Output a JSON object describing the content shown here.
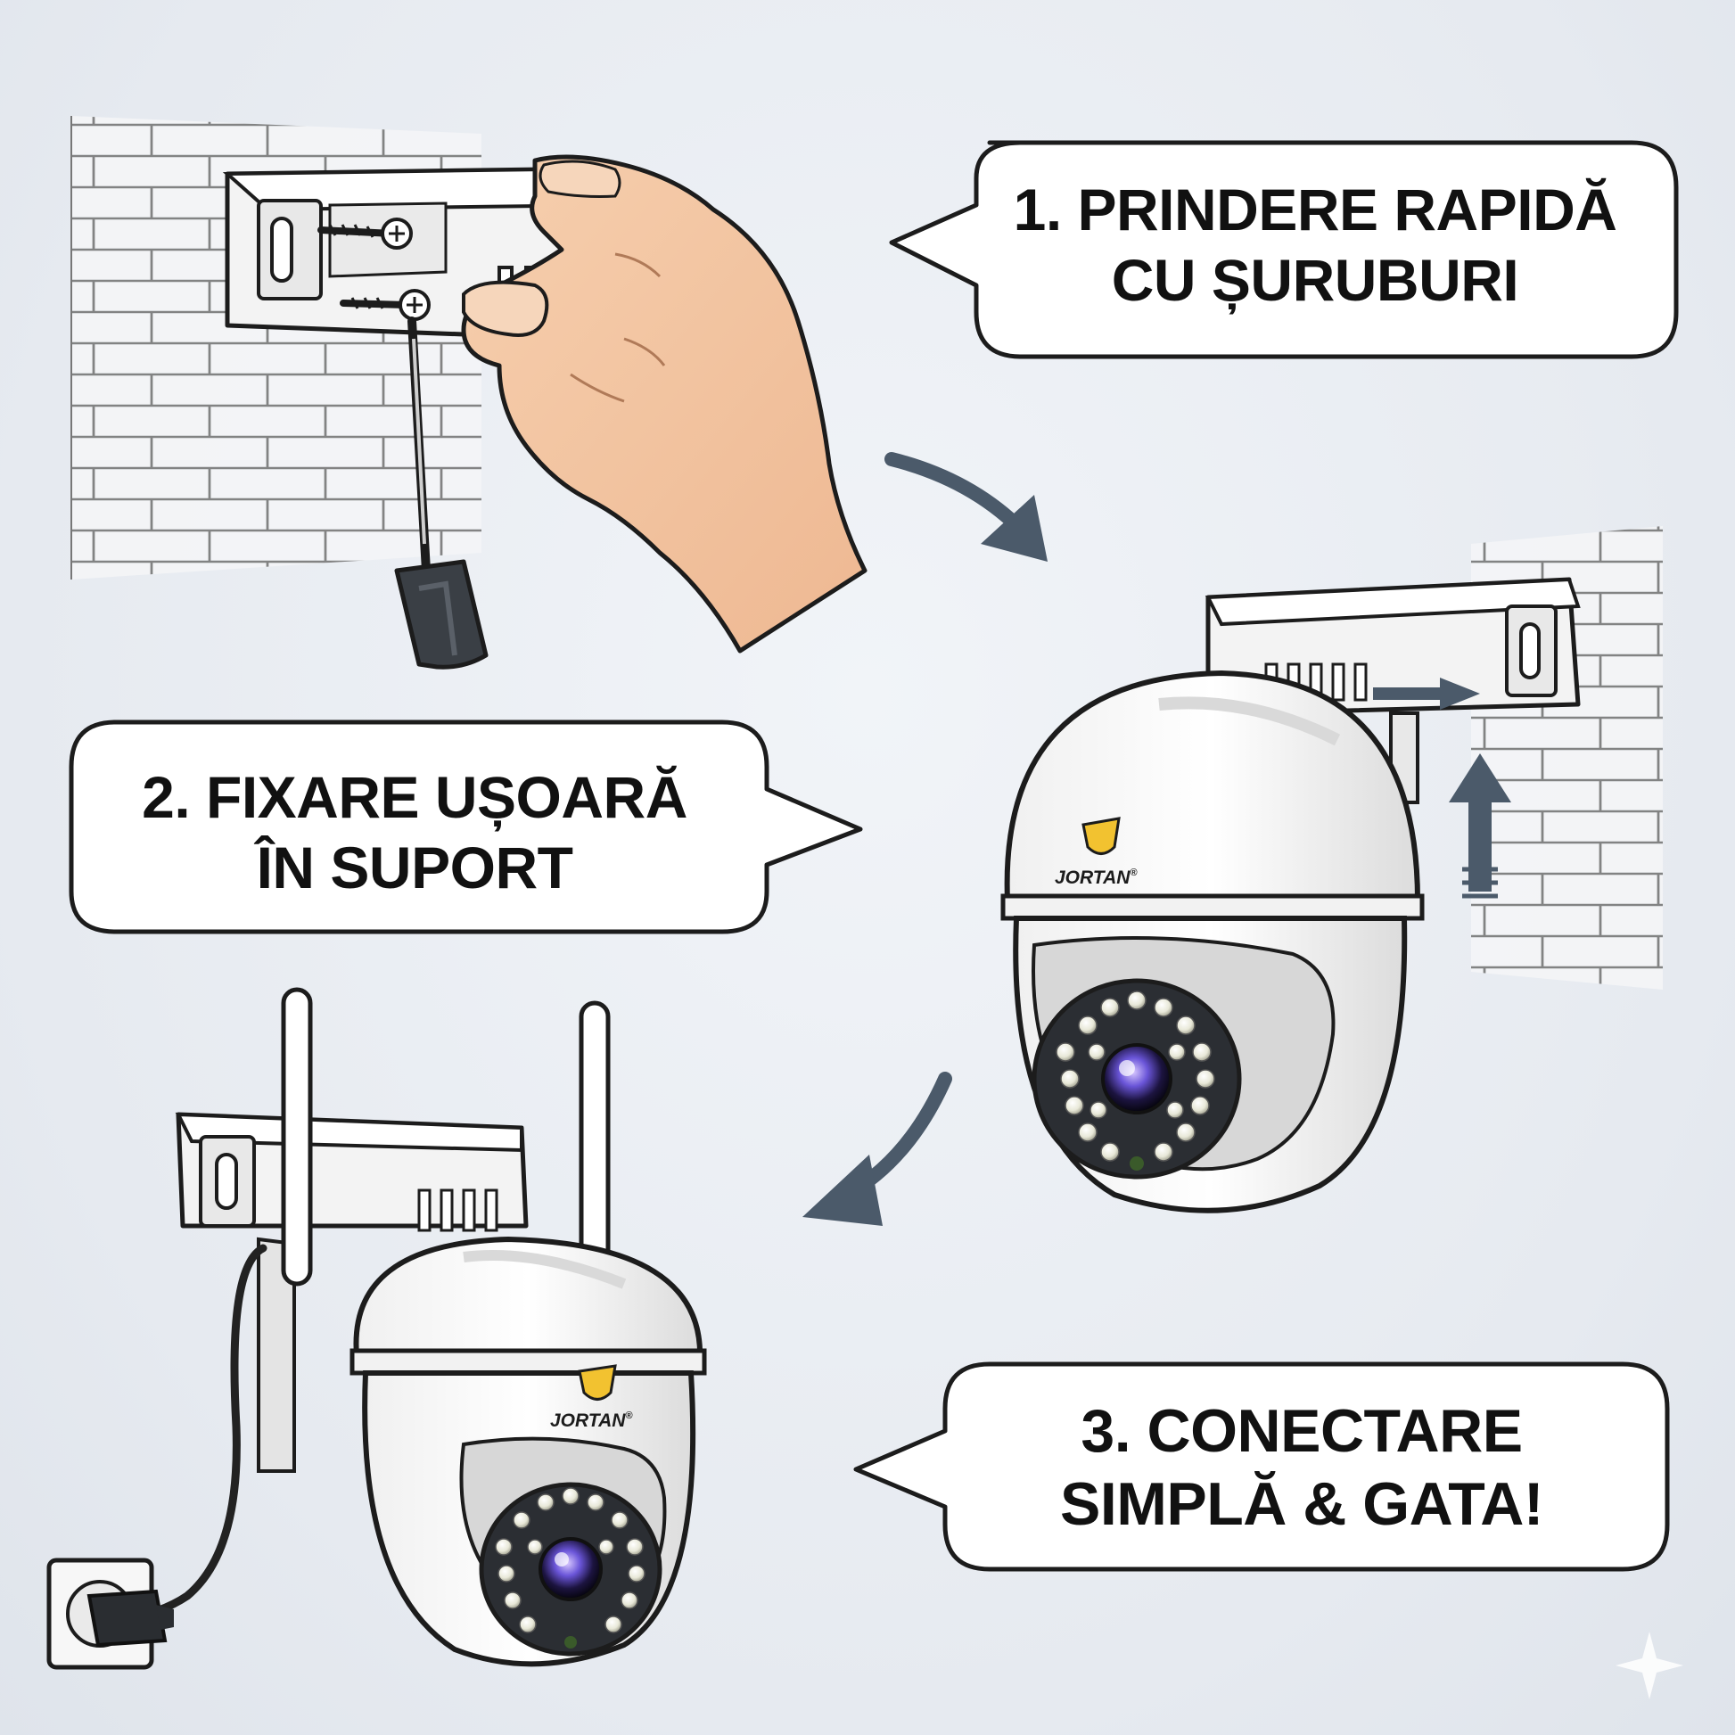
{
  "steps": [
    {
      "line1": "1. PRINDERE RAPIDĂ",
      "line2": "CU ȘURUBURI"
    },
    {
      "line1": "2. FIXARE UȘOARĂ",
      "line2": "ÎN SUPORT"
    },
    {
      "line1": "3. CONECTARE",
      "line2": "SIMPLĂ & GATA!"
    }
  ],
  "brand": {
    "name": "JORTAN",
    "mark": "®"
  },
  "colors": {
    "background": "#e9edf2",
    "arrow": "#4b5a6a",
    "outline": "#1c1c1c",
    "skin": "#f3c6a4",
    "screwdriver": "#3a3f45",
    "logo_yellow": "#f2c230"
  },
  "icons": [
    "brick-wall",
    "wall-bracket",
    "screw",
    "hand",
    "screwdriver",
    "camera",
    "antenna",
    "power-plug",
    "wall-socket",
    "curved-arrow",
    "push-arrow"
  ]
}
